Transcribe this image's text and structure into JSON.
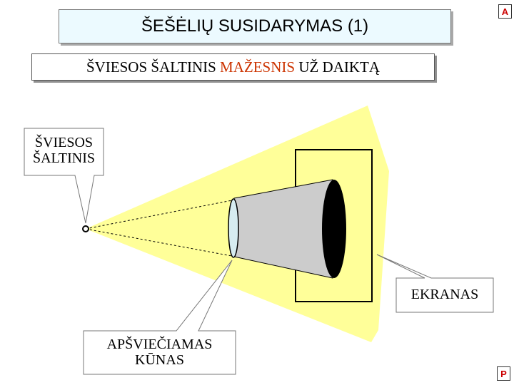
{
  "title": "ŠEŠĖLIŲ SUSIDARYMAS (1)",
  "subtitle": {
    "before": "ŠVIESOS ŠALTINIS ",
    "accent": "MAŽESNIS",
    "after": " UŽ DAIKTĄ"
  },
  "callouts": {
    "light_source": [
      "ŠVIESOS",
      "ŠALTINIS"
    ],
    "screen": "EKRANAS",
    "object": [
      "APŠVIEČIAMAS",
      "KŪNAS"
    ]
  },
  "buttons": {
    "corner_top": "A",
    "corner_bottom": "P"
  },
  "colors": {
    "light_beam": "#ffff99",
    "shadow_cone": "#cccccc",
    "object_face": "#d6ecf0",
    "shadow_spot": "#000000",
    "title_bg": "#ecfaff",
    "accent_text": "#cc3300",
    "corner_text": "#cc0000"
  }
}
